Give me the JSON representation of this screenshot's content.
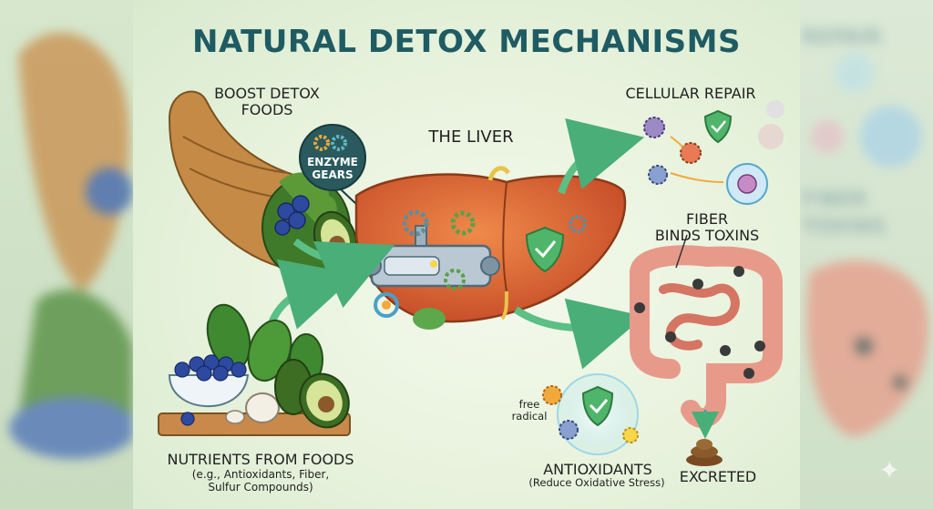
{
  "title": "NATURAL DETOX MECHANISMS",
  "labels": {
    "boost_foods": [
      "BOOST DETOX",
      "FOODS"
    ],
    "enzyme_gears": [
      "ENZYME",
      "GEARS"
    ],
    "liver": "THE LIVER",
    "cellular_repair": "CELLULAR REPAIR",
    "fiber": [
      "FIBER",
      "BINDS TOXINS"
    ],
    "free_radical": [
      "free",
      "radical"
    ],
    "antioxidants": "ANTIOXIDANTS",
    "antioxidants_sub": "(Reduce Oxidative Stress)",
    "excreted": "EXCRETED",
    "nutrients": "NUTRIENTS FROM FOODS",
    "nutrients_sub": [
      "(e.g., Antioxidants, Fiber,",
      "Sulfur Compounds)"
    ]
  },
  "background_text": {
    "right_top": "REPAIR",
    "right_mid": [
      "FIBER",
      "TOXINS"
    ]
  },
  "colors": {
    "title": "#1f5b63",
    "liver": "#d9652f",
    "arrow": "#5bbf86",
    "shield": "#4fb56a",
    "intestine": "#e89a8a"
  },
  "icons": [
    "cornucopia-icon",
    "gear-icon",
    "liver-icon",
    "filter-machine-icon",
    "shield-icon",
    "cell-icon",
    "intestine-icon",
    "free-radical-icon",
    "stool-icon",
    "blueberry-bowl-icon",
    "avocado-icon",
    "garlic-icon",
    "spinach-icon"
  ]
}
